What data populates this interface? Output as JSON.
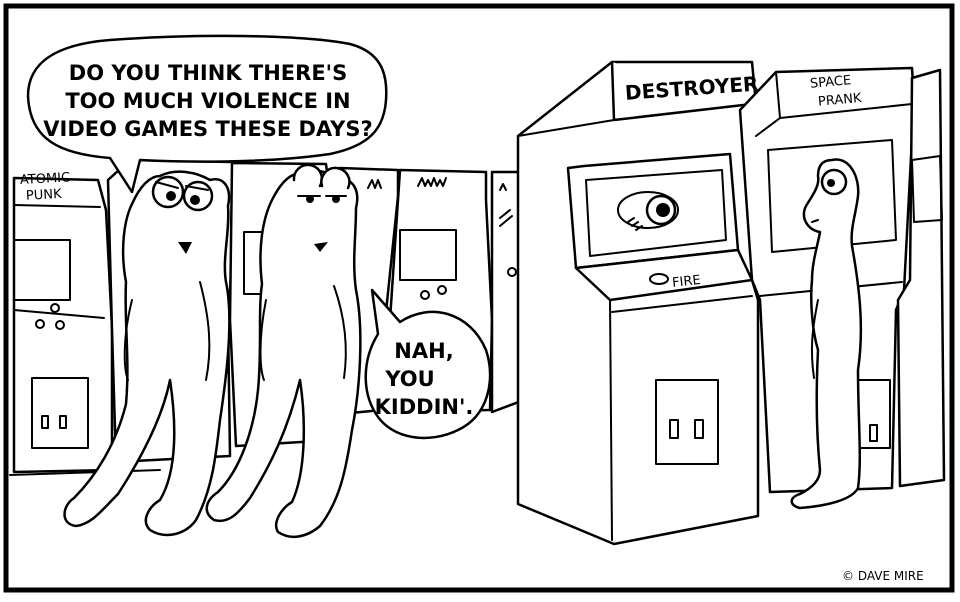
{
  "speech_bubbles": {
    "left_frog": {
      "lines": [
        "DO YOU THINK THERE'S",
        "TOO MUCH VIOLENCE IN",
        "VIDEO GAMES THESE DAYS?"
      ]
    },
    "right_frog": {
      "lines": [
        "NAH,",
        "YOU",
        "KIDDIN'."
      ]
    }
  },
  "cabinets": {
    "atomic_punk": [
      "ATOMIC",
      "PUNK"
    ],
    "destroyer": "DESTROYER",
    "destroyer_button": "FIRE",
    "space_prank": [
      "SPACE",
      "PRANK"
    ]
  },
  "credit": "© DAVE MIRE",
  "colors": {
    "ink": "#000000",
    "paper": "#ffffff"
  }
}
